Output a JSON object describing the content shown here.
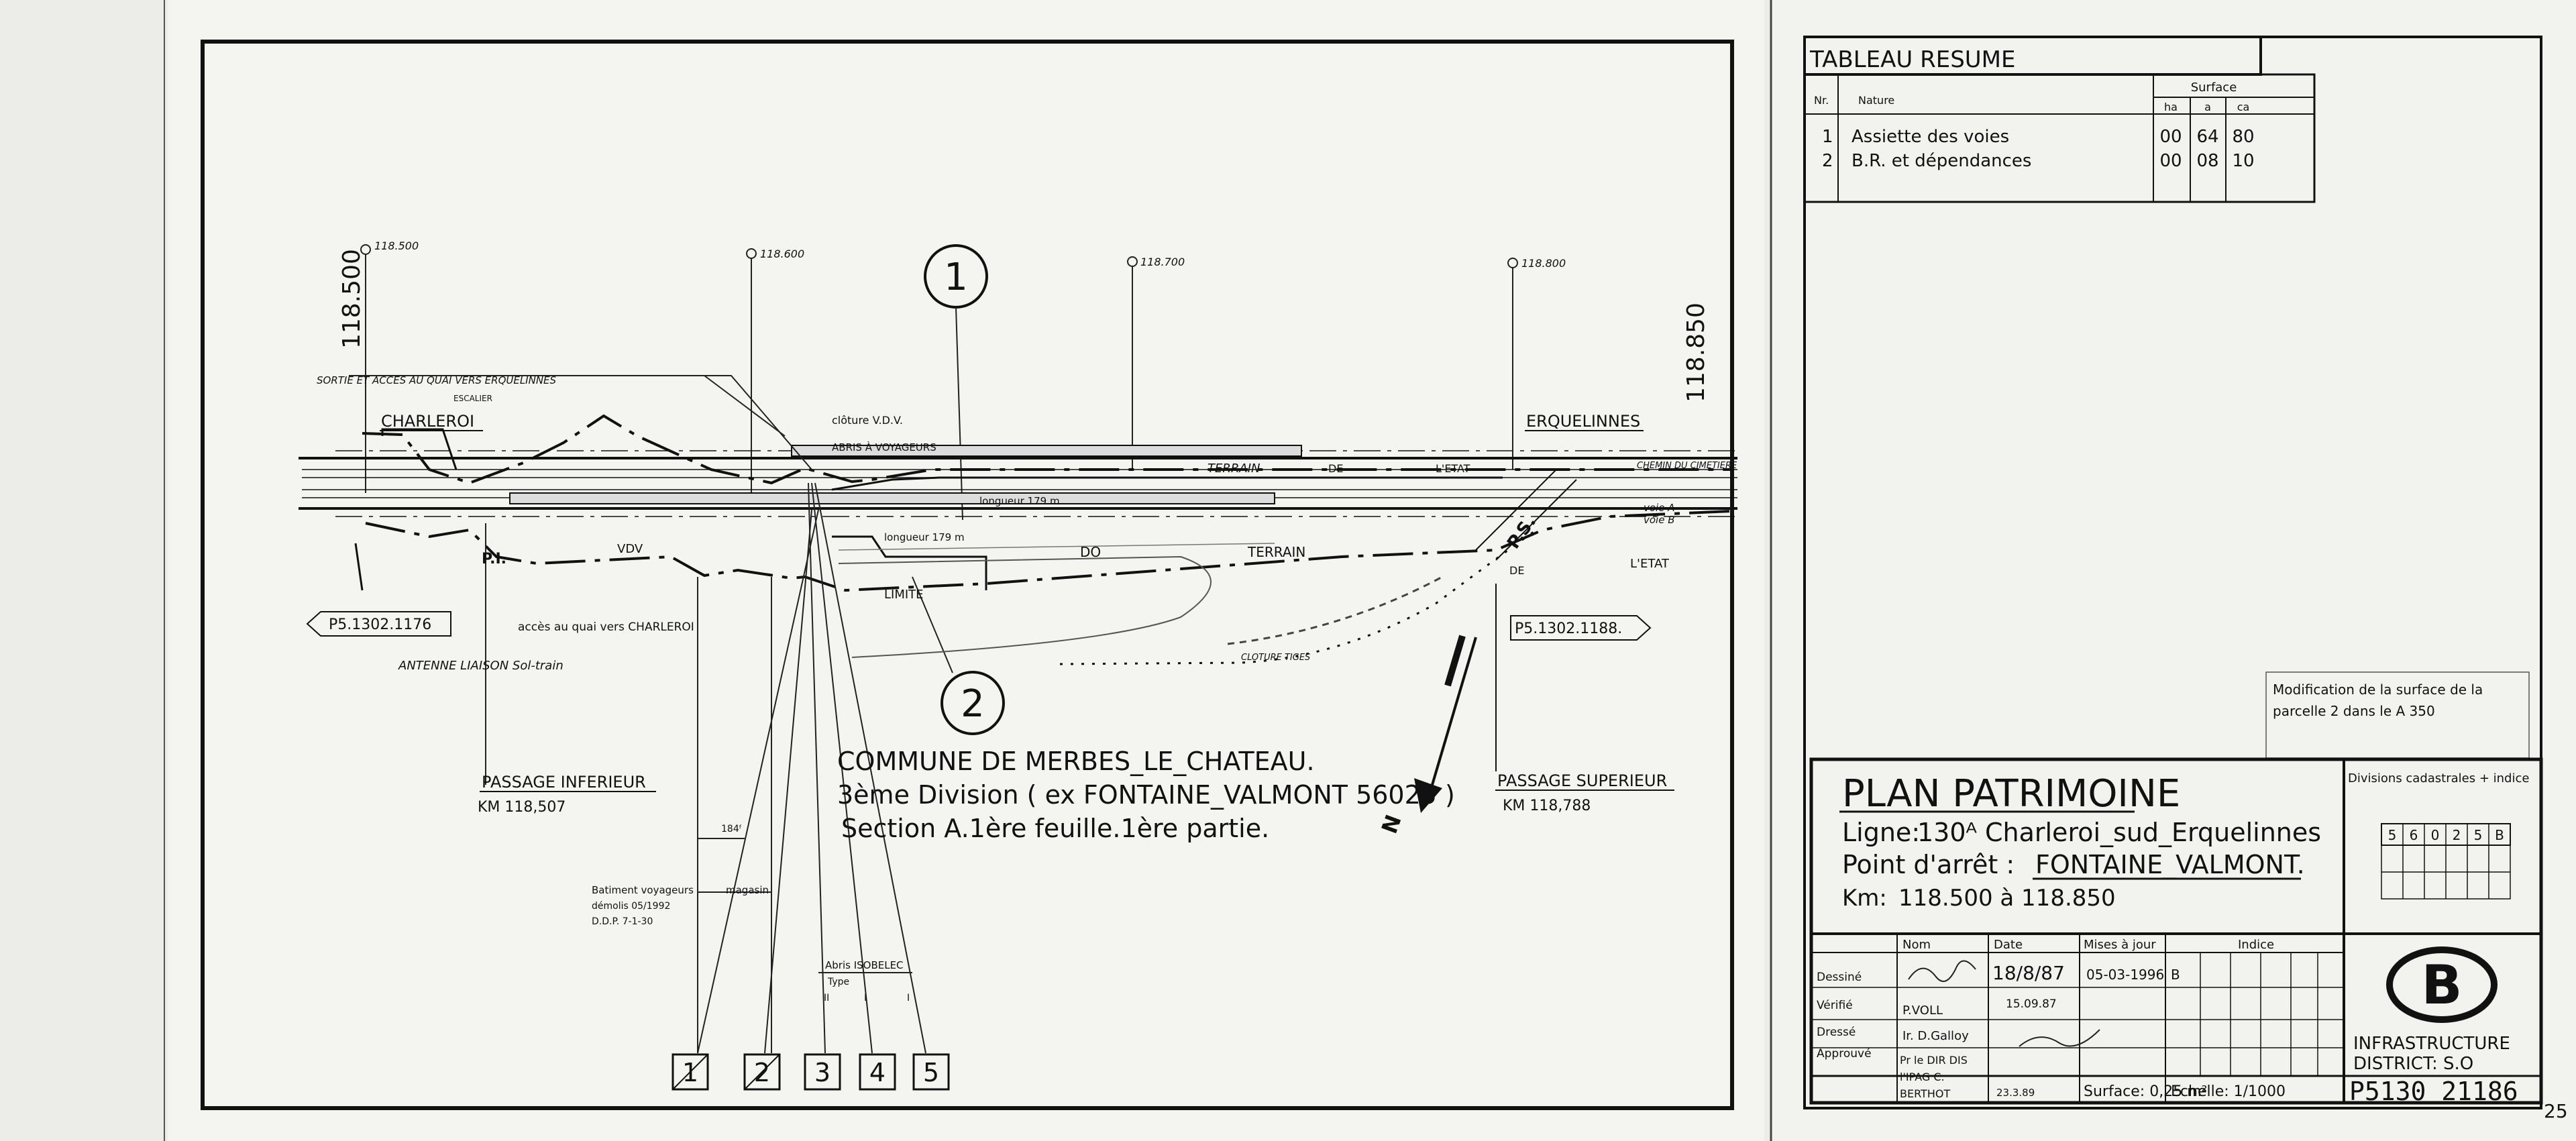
{
  "title_block": {
    "plan_title": "PLAN PATRIMOINE",
    "ligne_label": "Ligne:",
    "ligne_value": "130ᴬ Charleroi_sud_Erquelinnes",
    "point_label": "Point d'arrêt :",
    "point_value": "FONTAINE_VALMONT.",
    "km_label": "Km:",
    "km_value": "118.500 à 118.850",
    "divisions_label": "Divisions cadastrales + indice",
    "divisions_digits": [
      "5",
      "6",
      "0",
      "2",
      "5",
      "B"
    ],
    "headers": {
      "nom": "Nom",
      "date": "Date",
      "mises": "Mises à jour",
      "indice": "Indice"
    },
    "rows": [
      {
        "role": "Dessiné",
        "nom": "",
        "date": "18/8/87",
        "mise": "05-03-1996",
        "indice": "B"
      },
      {
        "role": "Vérifié",
        "nom": "P.VOLL",
        "date": "15.09.87",
        "mise": "",
        "indice": ""
      },
      {
        "role": "Dressé",
        "nom": "Ir. D.Galloy",
        "date": "",
        "mise": "",
        "indice": ""
      },
      {
        "role": "Approuvé",
        "nom": "Pr le DIR DIS l'IPAG C. BERTHOT",
        "date": "23.3.89",
        "mise": "",
        "indice": ""
      }
    ],
    "surface": "Surface: 0,25 m²",
    "echelle": "Echelle: 1/1000",
    "reference": "P5130 21186",
    "org_line1": "INFRASTRUCTURE",
    "org_line2": "DISTRICT: S.O",
    "logo_letter": "B",
    "page_number": "25"
  },
  "tableau_resume": {
    "title": "TABLEAU RESUME",
    "headers": {
      "nr": "Nr.",
      "nature": "Nature",
      "surface": "Surface",
      "ha": "ha",
      "a": "a",
      "ca": "ca"
    },
    "rows": [
      {
        "nr": "1",
        "nature": "Assiette des voies",
        "ha": "00",
        "a": "64",
        "ca": "80"
      },
      {
        "nr": "2",
        "nature": "B.R. et dépendances",
        "ha": "00",
        "a": "08",
        "ca": "10"
      }
    ]
  },
  "modification_note": "Modification de la surface de la parcelle 2 dans le A 350",
  "drawing": {
    "km_markers": [
      "118.500",
      "118.600",
      "118.700",
      "118.800"
    ],
    "km_start": "118.500",
    "km_end": "118.850",
    "direction_left": "CHARLEROI",
    "direction_right": "ERQUELINNES",
    "labels": {
      "sortie": "SORTIE ET ACCES AU QUAI VERS ERQUELINNES",
      "escalier": "ESCALIER",
      "cloture": "clôture V.D.V.",
      "abris": "ABRIS À VOYAGEURS",
      "terrain": "TERRAIN",
      "de": "DE",
      "etat": "L'ETAT",
      "chemin": "CHEMIN DU CIMETIERE",
      "voie_a": "voie A",
      "voie_b": "voie B",
      "longueur1": "longueur 179 m",
      "longueur2": "longueur 179 m",
      "vdv": "VDV",
      "do": "DO",
      "limite": "LIMITE",
      "cloture2": "CLOTURE TIGES",
      "acces_charleroi": "accès au quai vers CHARLEROI",
      "antenne": "ANTENNE LIAISON Sol-train",
      "ps": "P.S.",
      "pi": "P.I."
    },
    "ref_left": "P5.1302.1176",
    "ref_right": "P5.1302.1188.",
    "passage_inf": "PASSAGE INFERIEUR",
    "passage_inf_km": "KM 118,507",
    "passage_sup": "PASSAGE SUPERIEUR",
    "passage_sup_km": "KM 118,788",
    "circle_1": "1",
    "circle_2": "2",
    "commune_line1": "COMMUNE DE MERBES_LE_CHATEAU.",
    "commune_line2": "3ème Division ( ex FONTAINE_VALMONT 56025 )",
    "commune_line3": "Section A.1ère feuille.1ère partie.",
    "north": "N",
    "batiment": "Batiment voyageurs",
    "demolis": "démolis 05/1992",
    "ddp": "D.D.P. 7-1-30",
    "magasin": "magasin",
    "area_184": "184ᶠ",
    "abris_isobelec": "Abris ISOBELEC",
    "type": "Type",
    "type_values": [
      "II",
      "I",
      "I"
    ],
    "parcel_boxes": [
      "1",
      "2",
      "3",
      "4",
      "5"
    ]
  }
}
